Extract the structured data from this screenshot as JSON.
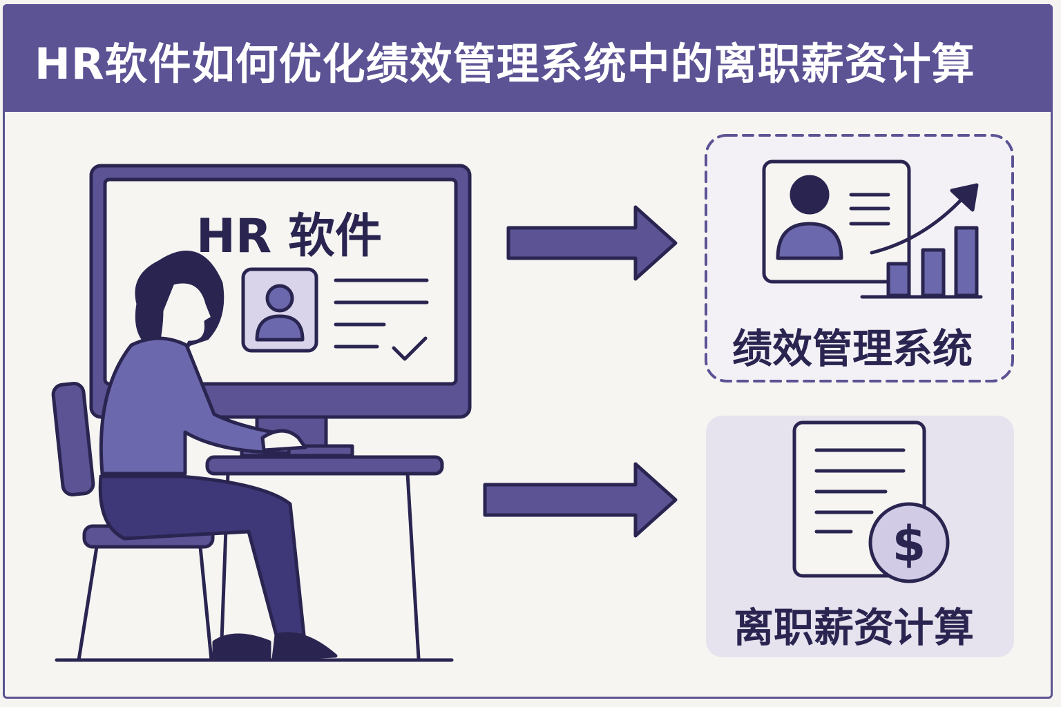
{
  "title": "HR软件如何优化绩效管理系统中的离职薪资计算",
  "monitor": {
    "label": "HR 软件"
  },
  "cards": [
    {
      "label": "绩效管理系统",
      "style": "dashed"
    },
    {
      "label": "离职薪资计算",
      "style": "filled"
    }
  ],
  "colors": {
    "header": "#5b5394",
    "outline": "#2a2550",
    "mid": "#6b68ad",
    "light": "#e6e2ee",
    "background": "#f7f5f2"
  }
}
